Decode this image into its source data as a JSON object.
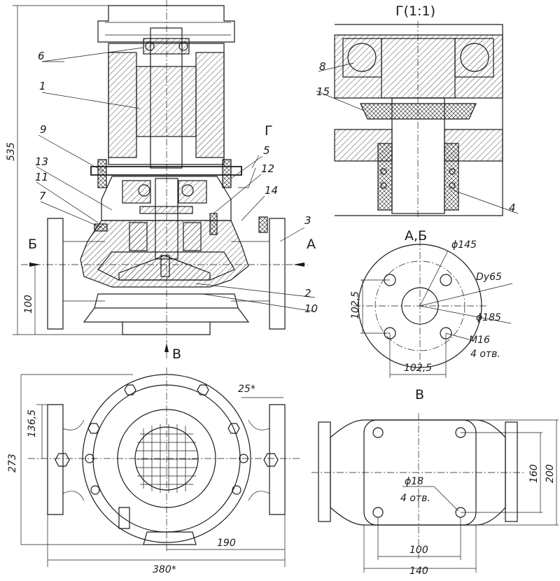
{
  "parts": [
    "1",
    "2",
    "3",
    "4",
    "5",
    "6",
    "7",
    "8",
    "9",
    "10",
    "11",
    "12",
    "13",
    "14",
    "15"
  ],
  "views": {
    "detail": "Г(1:1)",
    "section_ab": "А,Б",
    "view_v": "В",
    "arrow_a": "А",
    "arrow_b": "Б",
    "arrow_v": "В",
    "arrow_g": "Г"
  },
  "dims": {
    "total_height": "535",
    "axis_height": "100",
    "flange_d_holes": "ϕ145",
    "flange_dy": "Dy65",
    "flange_d_outer": "ϕ185",
    "flange_square_v": "102,5",
    "flange_square_h": "102,5",
    "flange_thread": "M16",
    "flange_holes": "4 отв.",
    "top_half": "136,5",
    "top_height": "273",
    "angle": "25*",
    "half_length": "190",
    "total_length": "380*",
    "base_hole": "ϕ18",
    "base_holes": "4 отв.",
    "base_w1": "100",
    "base_w2": "140",
    "base_h1": "160",
    "base_h2": "200"
  }
}
